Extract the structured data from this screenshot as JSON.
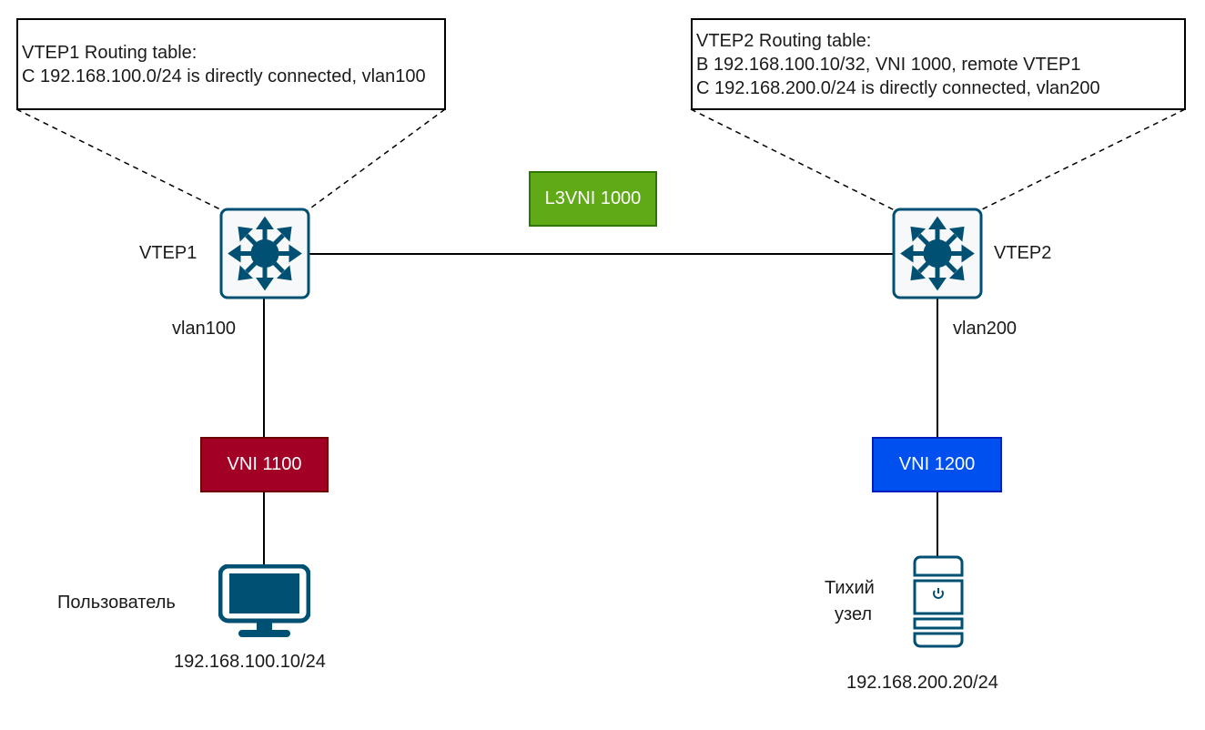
{
  "diagram": {
    "vtep1": {
      "name": "VTEP1",
      "vlan_label": "vlan100",
      "routing_table": {
        "title": "VTEP1 Routing table:",
        "routes": [
          "C 192.168.100.0/24 is directly connected, vlan100"
        ]
      }
    },
    "vtep2": {
      "name": "VTEP2",
      "vlan_label": "vlan200",
      "routing_table": {
        "title": "VTEP2 Routing table:",
        "routes": [
          "B 192.168.100.10/32, VNI 1000, remote VTEP1",
          "C 192.168.200.0/24 is directly connected, vlan200"
        ]
      }
    },
    "l3vni": {
      "label": "L3VNI 1000",
      "color": "#60a917",
      "border": "#2d7600"
    },
    "vni1": {
      "label": "VNI 1100",
      "color": "#a20025",
      "border": "#6f0000"
    },
    "vni2": {
      "label": "VNI 1200",
      "color": "#0050ef",
      "border": "#001dbc"
    },
    "user": {
      "label": "Пользователь",
      "ip": "192.168.100.10/24"
    },
    "silent_host": {
      "label_line1": "Тихий",
      "label_line2": "узел",
      "ip": "192.168.200.20/24"
    },
    "icon_color": "#005073"
  }
}
